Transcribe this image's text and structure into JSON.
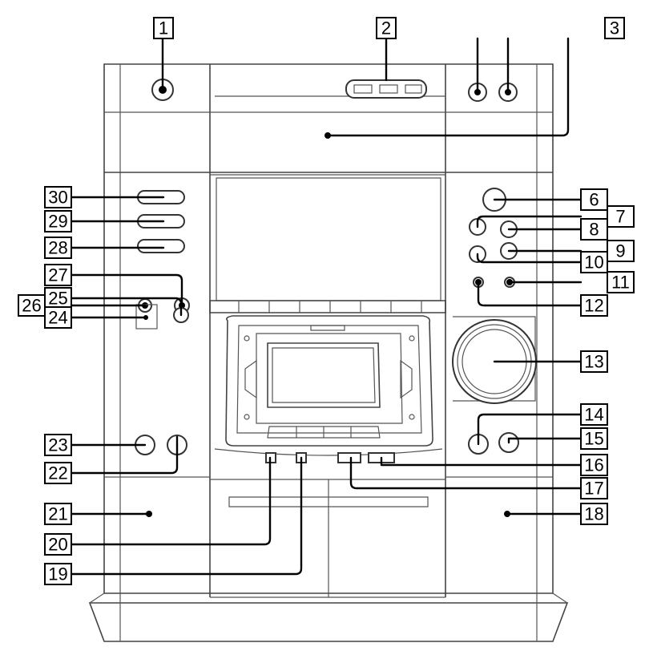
{
  "callouts": {
    "c1": "1",
    "c2": "2",
    "c3": "3",
    "c6": "6",
    "c7": "7",
    "c8": "8",
    "c9": "9",
    "c10": "10",
    "c11": "11",
    "c12": "12",
    "c13": "13",
    "c14": "14",
    "c15": "15",
    "c16": "16",
    "c17": "17",
    "c18": "18",
    "c19": "19",
    "c20": "20",
    "c21": "21",
    "c22": "22",
    "c23": "23",
    "c24": "24",
    "c25": "25",
    "c26": "26",
    "c27": "27",
    "c28": "28",
    "c29": "29",
    "c30": "30"
  }
}
